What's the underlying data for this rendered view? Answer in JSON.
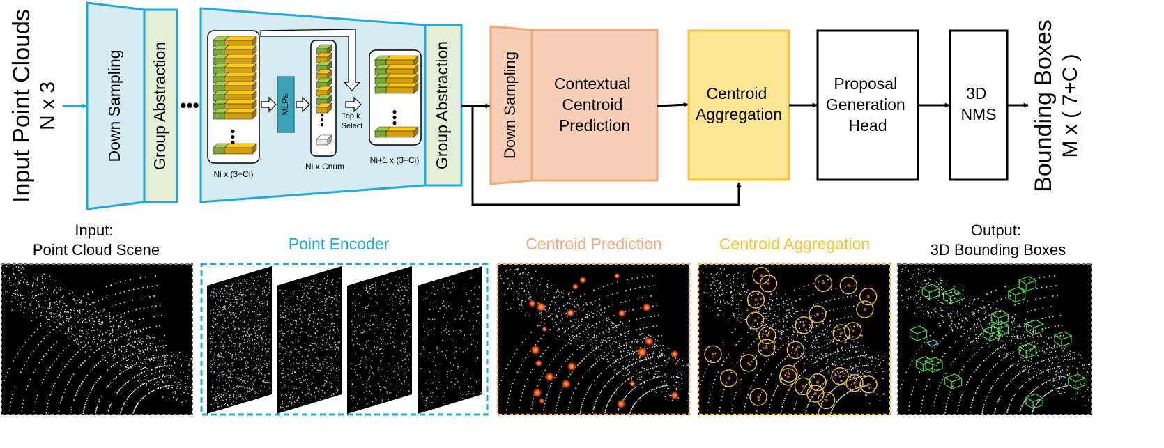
{
  "pipeline": {
    "input_label": [
      "Input Point Clouds",
      "N x 3"
    ],
    "output_label": [
      "Bounding Boxes",
      "M x ( 7+C )"
    ],
    "ellipsis": "•••",
    "block1": {
      "down_sampling": "Down Sampling",
      "group_abstraction": "Group Abstraction"
    },
    "encoder": {
      "group_abstraction": "Group Abstraction",
      "mlps": "MLPs",
      "top_k": [
        "Top k",
        "Select"
      ],
      "dim_in": "Ni x (3+Ci)",
      "dim_mid": "Ni x Cnum",
      "dim_out": "Ni+1 x (3+Ci)"
    },
    "ccp": {
      "down_sampling": "Down Sampling",
      "text": [
        "Contextual",
        "Centroid",
        "Prediction"
      ]
    },
    "aggregation": {
      "text": [
        "Centroid",
        "Aggregation"
      ]
    },
    "proposal": {
      "text": [
        "Proposal",
        "Generation",
        "Head"
      ]
    },
    "nms": {
      "text": [
        "3D",
        "NMS"
      ]
    }
  },
  "panels": {
    "input": {
      "title": [
        "Input:",
        "Point Cloud Scene"
      ]
    },
    "encoder": {
      "title": "Point Encoder"
    },
    "centroid_prediction": {
      "title": "Centroid Prediction"
    },
    "centroid_aggregation": {
      "title": "Centroid Aggregation"
    },
    "output": {
      "title": [
        "Output:",
        "3D Bounding Boxes"
      ]
    }
  },
  "colors": {
    "blue": "#1eaae1",
    "blue_fill": "#d6ebf2",
    "green_fill": "#e7eed8",
    "orange": "#f0a77a",
    "orange_fill": "#f8cfb5",
    "yellow": "#f7c230",
    "yellow_fill": "#fde594",
    "mlp": "#3aa2b8",
    "cube_gold": "#d2a012",
    "cube_green": "#7ea63a"
  }
}
